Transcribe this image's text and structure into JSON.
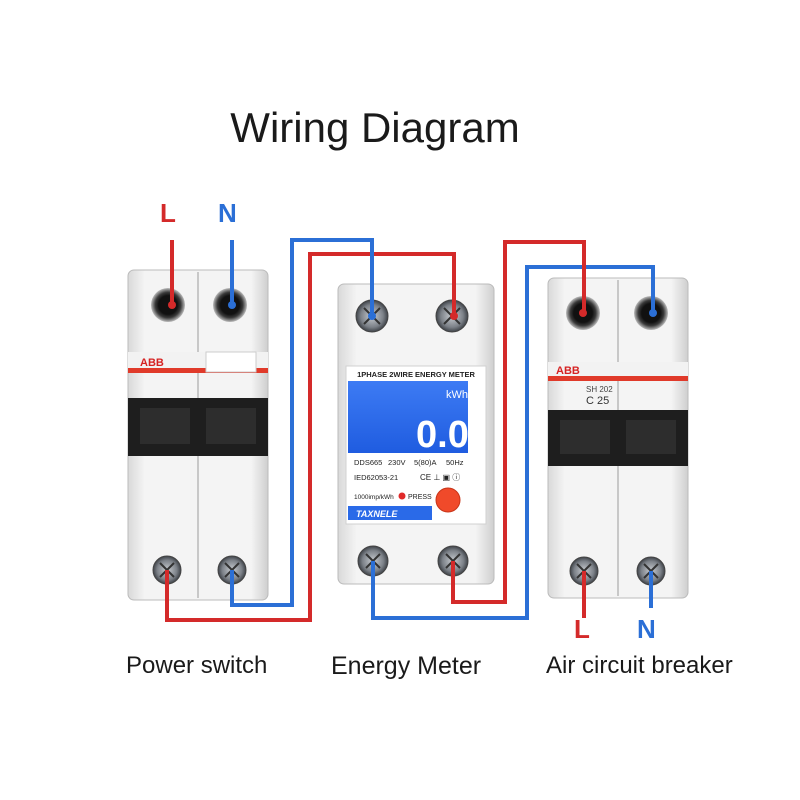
{
  "title": "Wiring Diagram",
  "colors": {
    "live": "#d42a2a",
    "neutral": "#2b6fd6",
    "lcd": "#2f6ff0",
    "accent_red": "#e03a2a"
  },
  "power_switch": {
    "caption": "Power switch",
    "top_labels": {
      "live": "L",
      "neutral": "N"
    },
    "brand": "ABB"
  },
  "energy_meter": {
    "caption": "Energy Meter",
    "header": "1PHASE 2WIRE ENERGY METER",
    "unit": "kWh",
    "reading": "0.0",
    "model": "DDS665",
    "voltage": "230V",
    "current": "5(80)A",
    "frequency": "50Hz",
    "standard": "IED62053-21",
    "impulse": "1000imp/kWh",
    "press_label": "PRESS",
    "brand": "TAXNELE"
  },
  "air_breaker": {
    "caption": "Air circuit breaker",
    "bottom_labels": {
      "live": "L",
      "neutral": "N"
    },
    "brand": "ABB",
    "model": "SH 202",
    "rating": "C 25"
  }
}
